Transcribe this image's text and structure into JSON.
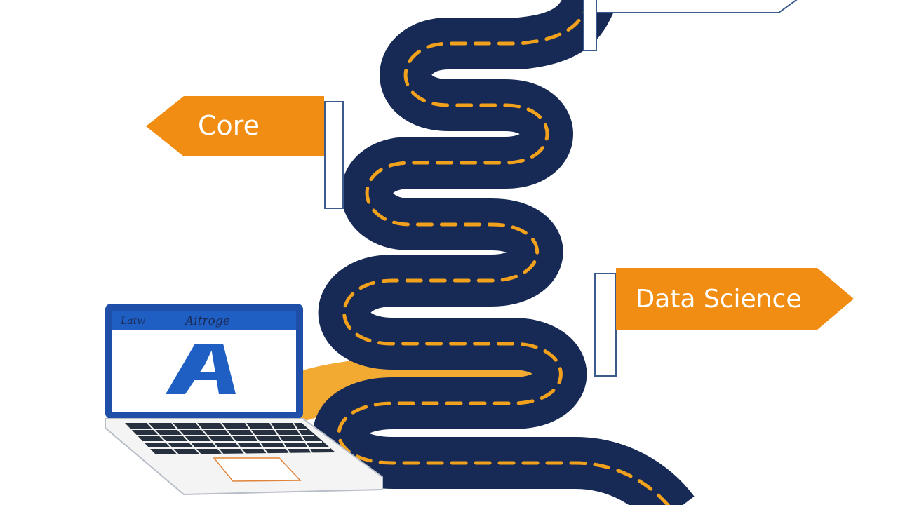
{
  "signs": {
    "left": {
      "label": "Core"
    },
    "right": {
      "label": "Data Science"
    }
  },
  "laptop": {
    "header_left": "Latw",
    "header_right": "Aitroge",
    "logo": "A"
  },
  "colors": {
    "road": "#172a55",
    "road_dash": "#f2a11d",
    "sign_orange": "#f08d12",
    "laptop_blue": "#1f5fc4",
    "post_outline": "#3a5b8c"
  },
  "icons": {
    "road": "winding-road-illustration",
    "laptop": "laptop-icon"
  }
}
